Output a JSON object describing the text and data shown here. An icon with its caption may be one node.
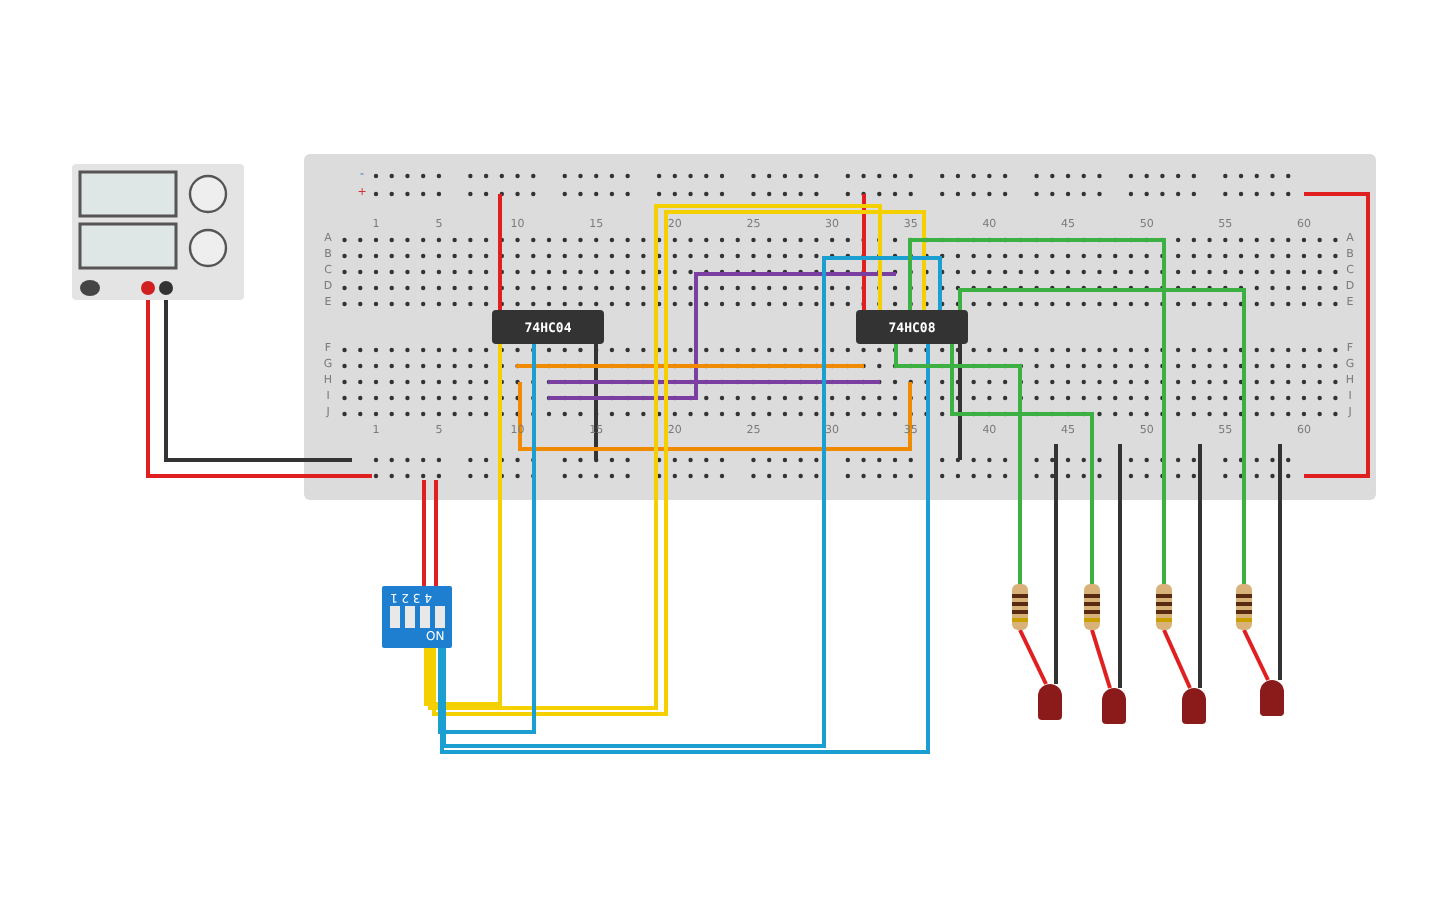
{
  "diagram": {
    "nodes": [
      {
        "text": [],
        "shape": "picture"
      },
      {
        "text": [],
        "shape": "picture"
      },
      {
        "text": [
          "74HC04"
        ],
        "in": 1
      },
      {
        "text": [
          "74HC08"
        ],
        "in": 1
      },
      {
        "text": [
          "4 3 2 1",
          "ON"
        ]
      },
      {
        "text": [],
        "shape": "picture"
      },
      {
        "text": [],
        "shape": "picture"
      },
      {
        "text": [],
        "shape": "picture"
      },
      {
        "text": [],
        "shape": "picture"
      },
      {
        "text": [],
        "shape": "circle"
      },
      {
        "text": [],
        "shape": "circle"
      },
      {
        "text": [],
        "shape": "circle"
      },
      {
        "text": [],
        "shape": "circle"
      }
    ],
    "edges": [
      {
        "from": 0,
        "to": 1,
        "arrow": "none",
        "color": "#e02020"
      },
      {
        "from": 0,
        "to": 1,
        "arrow": "none",
        "color": "#333333"
      },
      {
        "from": 4,
        "to": 1,
        "arrow": "none",
        "color": "#e02020"
      },
      {
        "from": 4,
        "to": 1,
        "arrow": "none",
        "color": "#e02020"
      },
      {
        "from": 4,
        "to": 2,
        "arrow": "none",
        "color": "#f5d000"
      },
      {
        "from": 4,
        "to": 3,
        "arrow": "none",
        "color": "#f5d000"
      },
      {
        "from": 4,
        "to": 3,
        "arrow": "none",
        "color": "#f5d000"
      },
      {
        "from": 4,
        "to": 2,
        "arrow": "none",
        "color": "#1a9fd0"
      },
      {
        "from": 4,
        "to": 3,
        "arrow": "none",
        "color": "#1a9fd0"
      },
      {
        "from": 4,
        "to": 3,
        "arrow": "none",
        "color": "#1a9fd0"
      },
      {
        "from": 3,
        "to": 5,
        "arrow": "none",
        "color": "#3cb043"
      },
      {
        "from": 3,
        "to": 6,
        "arrow": "none",
        "color": "#3cb043"
      },
      {
        "from": 3,
        "to": 7,
        "arrow": "none",
        "color": "#3cb043"
      },
      {
        "from": 3,
        "to": 8,
        "arrow": "none",
        "color": "#3cb043"
      },
      {
        "from": 5,
        "to": 9,
        "arrow": "none",
        "color": "#e02020"
      },
      {
        "from": 6,
        "to": 10,
        "arrow": "none",
        "color": "#e02020"
      },
      {
        "from": 7,
        "to": 11,
        "arrow": "none",
        "color": "#e02020"
      },
      {
        "from": 8,
        "to": 12,
        "arrow": "none",
        "color": "#e02020"
      },
      {
        "from": 9,
        "to": 1,
        "arrow": "none",
        "color": "#333333"
      },
      {
        "from": 10,
        "to": 1,
        "arrow": "none",
        "color": "#333333"
      },
      {
        "from": 11,
        "to": 1,
        "arrow": "none",
        "color": "#333333"
      },
      {
        "from": 12,
        "to": 1,
        "arrow": "none",
        "color": "#333333"
      }
    ],
    "labels": [
      "-",
      "+",
      "1",
      "5",
      "10",
      "15",
      "20",
      "25",
      "30",
      "35",
      "40",
      "45",
      "50",
      "55",
      "60",
      "A",
      "A",
      "B",
      "B",
      "C",
      "C",
      "D",
      "D",
      "E",
      "E",
      "F",
      "F",
      "G",
      "G",
      "H",
      "H",
      "I",
      "I",
      "J",
      "J",
      "1",
      "5",
      "10",
      "15",
      "20",
      "25",
      "30",
      "35",
      "40",
      "45",
      "50",
      "55",
      "60"
    ]
  }
}
